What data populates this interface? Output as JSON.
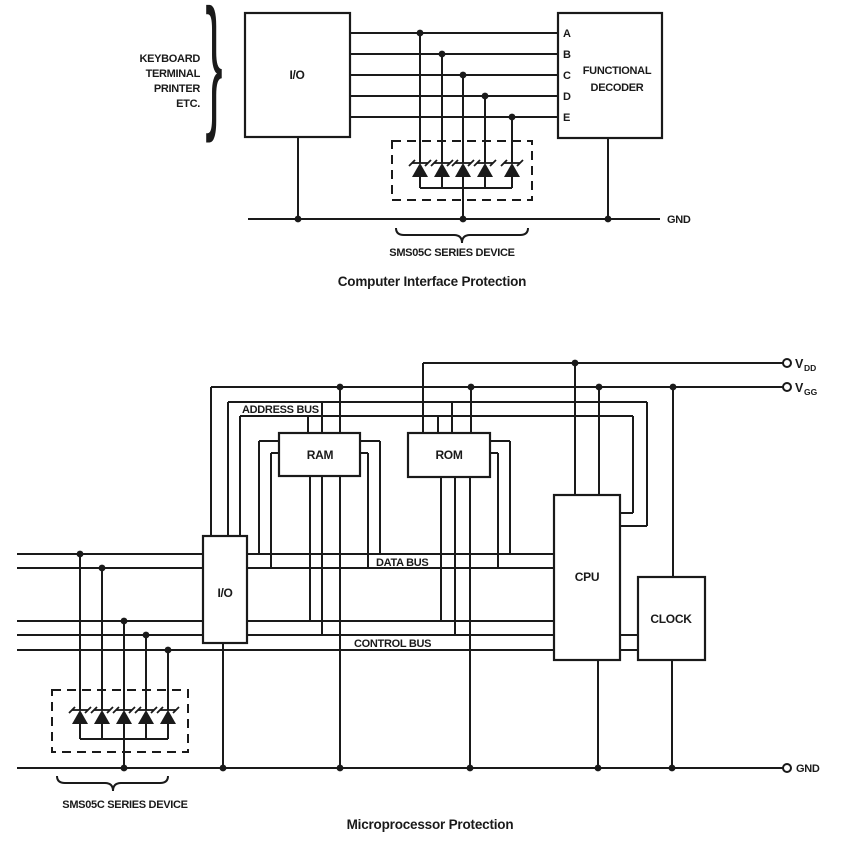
{
  "colors": {
    "line": "#1a1a1a",
    "background": "#ffffff"
  },
  "top_diagram": {
    "brace_char": "}",
    "peripheral_lines": [
      "KEYBOARD",
      "TERMINAL",
      "PRINTER",
      "ETC."
    ],
    "io_label": "I/O",
    "decoder_pins": [
      "A",
      "B",
      "C",
      "D",
      "E"
    ],
    "decoder_label_line1": "FUNCTIONAL",
    "decoder_label_line2": "DECODER",
    "gnd_label": "GND",
    "device_label": "SMS05C SERIES DEVICE",
    "title": "Computer Interface Protection"
  },
  "bottom_diagram": {
    "vdd": {
      "base": "V",
      "sub": "DD"
    },
    "vgg": {
      "base": "V",
      "sub": "GG"
    },
    "bus_labels": {
      "address": "ADDRESS BUS",
      "data": "DATA BUS",
      "control": "CONTROL BUS"
    },
    "blocks": {
      "io": "I/O",
      "ram": "RAM",
      "rom": "ROM",
      "cpu": "CPU",
      "clock": "CLOCK"
    },
    "gnd_label": "GND",
    "device_label": "SMS05C SERIES DEVICE",
    "title": "Microprocessor Protection"
  }
}
